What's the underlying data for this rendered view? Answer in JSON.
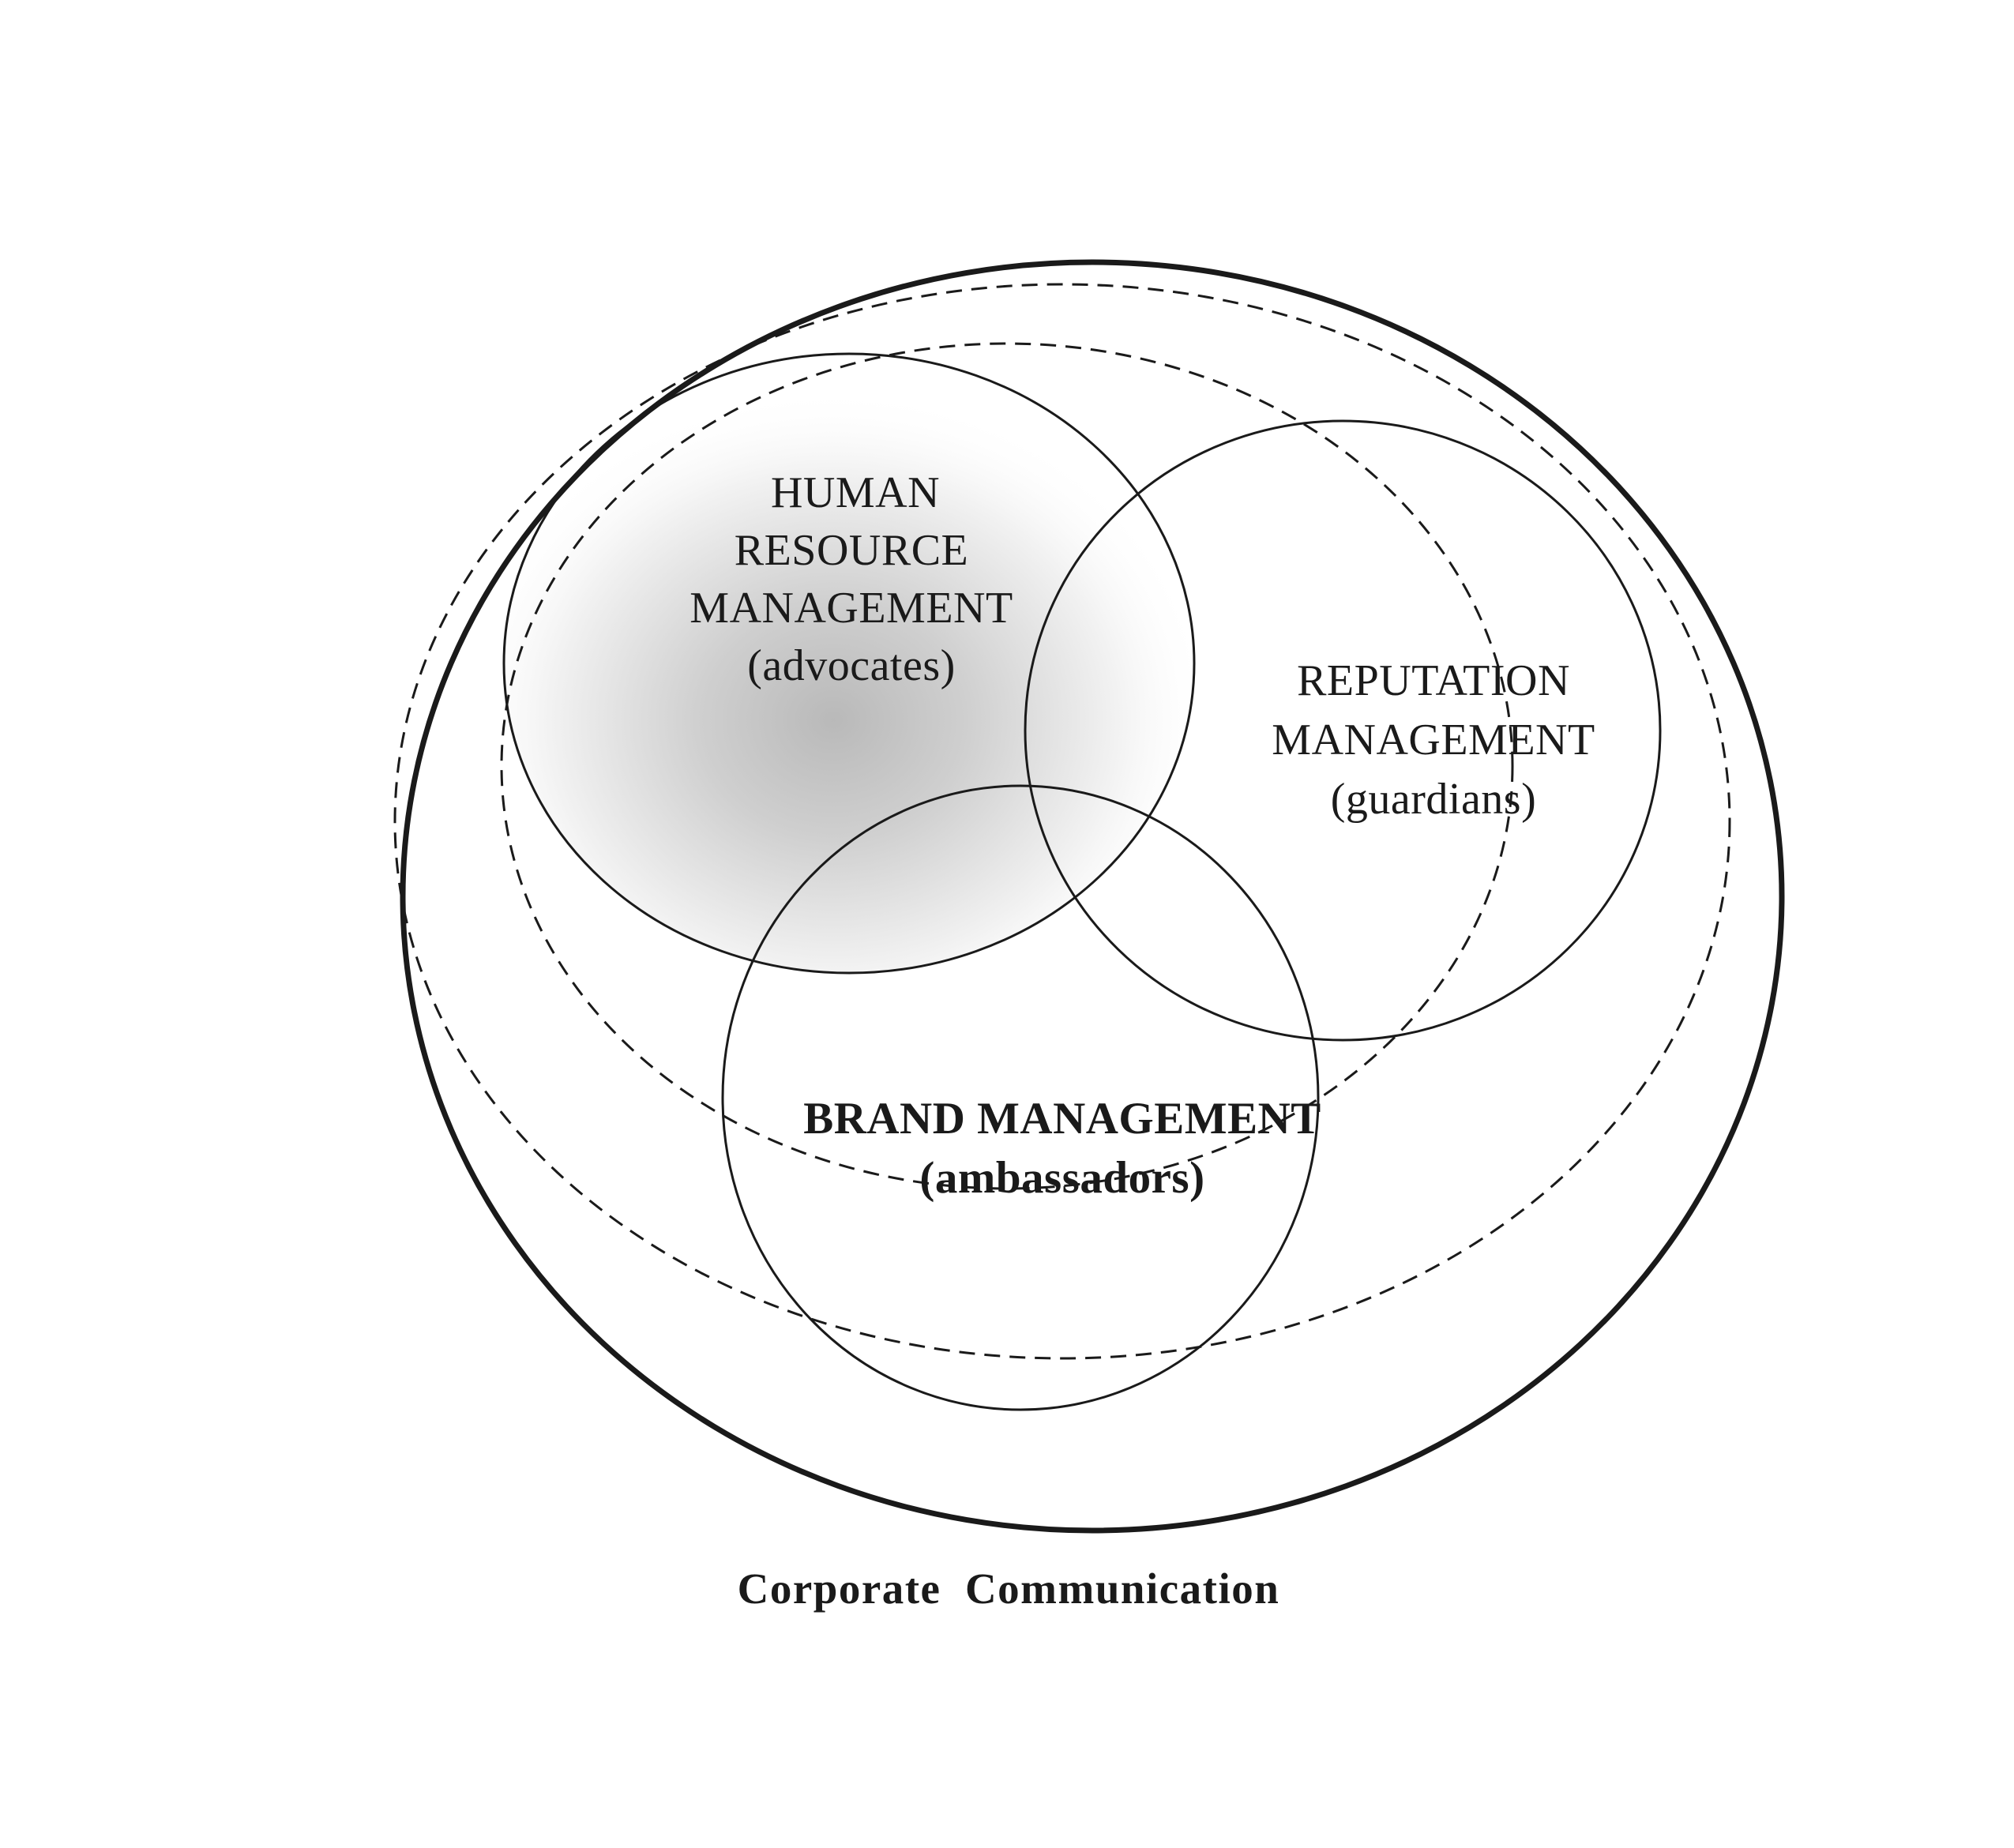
{
  "diagram": {
    "caption": "Corporate  Communication",
    "human_resource_management": {
      "lines": [
        "HUMAN",
        "RESOURCE",
        "MANAGEMENT",
        "(advocates)"
      ]
    },
    "reputation_management": {
      "lines": [
        "REPUTATION",
        "MANAGEMENT",
        "(guardians)"
      ]
    },
    "brand_management": {
      "lines": [
        "BRAND MANAGEMENT",
        "(ambassadors)"
      ]
    }
  },
  "colors": {
    "stroke": "#1a1a1a",
    "shade_center": "#bdbdbd",
    "background": "#ffffff"
  }
}
